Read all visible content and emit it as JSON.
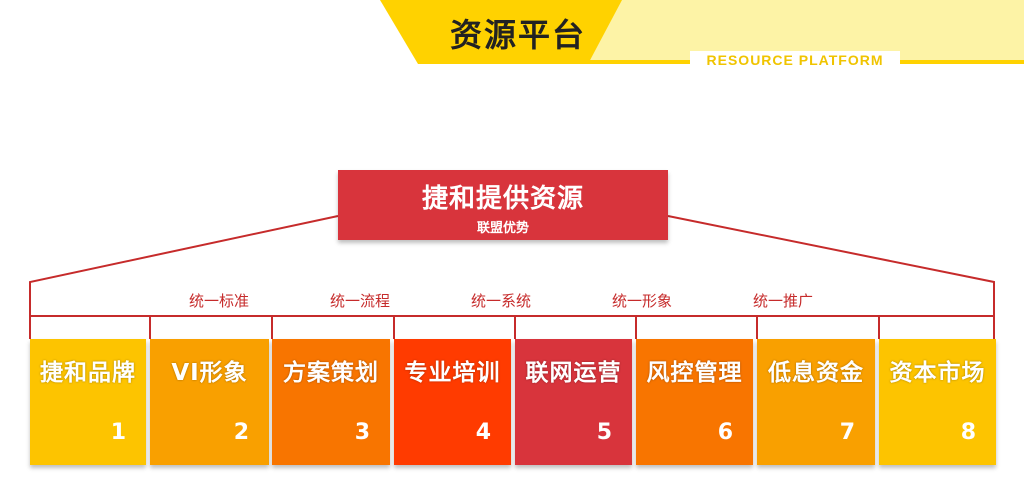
{
  "header": {
    "title": "资源平台",
    "subtitle": "RESOURCE  PLATFORM",
    "colors": {
      "yellow": "#ffd200",
      "light": "#fdf3a6"
    }
  },
  "main": {
    "title": "捷和提供资源",
    "subtitle": "联盟优势",
    "color": "#d8343c"
  },
  "unify_labels": [
    "统一标准",
    "统一流程",
    "统一系统",
    "统一形象",
    "统一推广"
  ],
  "tiles": [
    {
      "label": "捷和品牌",
      "number": "1",
      "color": "#fdc400"
    },
    {
      "label": "VI形象",
      "number": "2",
      "color": "#f9a000"
    },
    {
      "label": "方案策划",
      "number": "3",
      "color": "#f87500"
    },
    {
      "label": "专业培训",
      "number": "4",
      "color": "#ff3b00"
    },
    {
      "label": "联网运营",
      "number": "5",
      "color": "#d8343c"
    },
    {
      "label": "风控管理",
      "number": "6",
      "color": "#f87500"
    },
    {
      "label": "低息资金",
      "number": "7",
      "color": "#f9a000"
    },
    {
      "label": "资本市场",
      "number": "8",
      "color": "#fdc400"
    }
  ]
}
